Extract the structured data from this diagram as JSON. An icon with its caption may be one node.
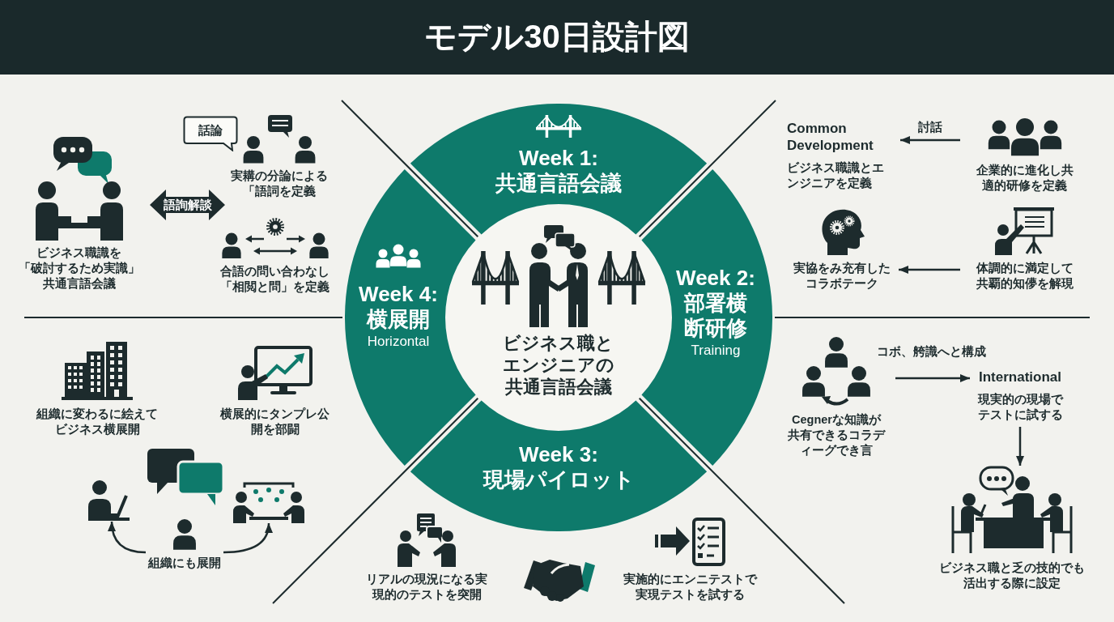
{
  "diagram": {
    "title": "モデル30日設計図",
    "nodes": [
      {
        "text": [
          "ビジネス職識を「破討するため実識」共通言語会議"
        ]
      },
      {
        "text": [
          "話論"
        ]
      },
      {
        "text": [
          "実耩の分論による「語詞を定義"
        ]
      },
      {
        "text": [
          "ビジネス職とエンジニアの共通言語会議"
        ]
      },
      {
        "text": [
          "Week 1:",
          "共通言語会議"
        ]
      },
      {
        "text": [
          "Week 2:",
          "部署横断研修",
          "Training"
        ]
      },
      {
        "text": [
          "Week 3:",
          "現場パイロット"
        ]
      },
      {
        "text": [
          "Week 4:",
          "横展開",
          "Horizontal"
        ]
      },
      {
        "text": [
          "Common Development",
          "ビジネス職識とエンジニアを定義"
        ]
      },
      {
        "text": [
          "企業的に進化し共適的研修を定義"
        ]
      },
      {
        "text": [
          "実協をみ充有したコラボテーク"
        ]
      },
      {
        "text": [
          "体調的に満定して共覇的知儚を解現"
        ]
      },
      {
        "text": [],
        "shape": "person"
      },
      {
        "text": [
          "組織にも展開"
        ]
      },
      {
        "text": [],
        "shape": "picture"
      },
      {
        "text": [
          "Cegnerな知識が共有できるコラディーグでき言"
        ]
      },
      {
        "text": [
          "International",
          "現実的の現場でテストに試する"
        ]
      },
      {
        "text": [
          "ビジネス職と乏の技的でも活出する際に設定"
        ]
      }
    ],
    "edges": [
      {
        "from": 0,
        "to": 2,
        "arrow": "both",
        "label": "語詢解談",
        "style": "thick"
      },
      {
        "from": 9,
        "to": 8,
        "arrow": "to",
        "label": "討話"
      },
      {
        "from": 11,
        "to": 10,
        "arrow": "to"
      },
      {
        "from": 13,
        "to": 12,
        "arrow": "to"
      },
      {
        "from": 13,
        "to": 14,
        "arrow": "to"
      },
      {
        "from": 15,
        "to": 16,
        "arrow": "to",
        "label": "コボ、舿識へと構成"
      },
      {
        "from": 16,
        "to": 17,
        "arrow": "to"
      }
    ],
    "labels": [
      "合語の問い合わなし「相閲と問」を定義",
      "組織に変わるに絵えてビジネス横展開",
      "横展的にタンプレ公開を部闘",
      "リアルの現況になる実現的のテストを突開",
      "実施的にエンニテストで実現テストを試する"
    ]
  }
}
